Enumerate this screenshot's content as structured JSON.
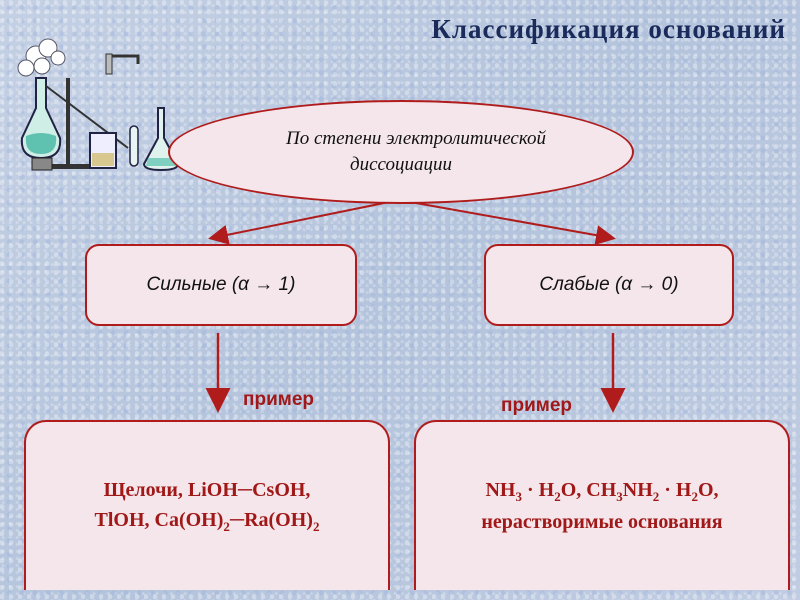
{
  "title": "Классификация  оснований",
  "root": {
    "line1": "По степени электролитической",
    "line2": "диссоциации"
  },
  "strong": {
    "label": "Сильные (α → 1)"
  },
  "weak": {
    "label": "Слабые (α → 0)"
  },
  "example_label_left": "пример",
  "example_label_right": "пример",
  "strong_examples": {
    "line1_a": "Щелочи, LiOH",
    "line1_dash": "─",
    "line1_b": "CsOH,",
    "line2_a": "TlOH, Ca(OH)",
    "line2_sub1": "2",
    "line2_dash": "─",
    "line2_b": "Ra(OH)",
    "line2_sub2": "2"
  },
  "weak_examples": {
    "nh": "NH",
    "nh_sub": "3",
    "dot1": " · H",
    "h_sub1": "2",
    "o1": "O, CH",
    "ch_sub": "3",
    "nh2": "NH",
    "nh2_sub": "2",
    "dot2": " · H",
    "h_sub2": "2",
    "o2": "O,",
    "line2": "нерастворимые основания"
  },
  "colors": {
    "border": "#b01c1c",
    "box_fill": "#f4e6ea",
    "title": "#1a2a5a",
    "example_text": "#a01818"
  },
  "icons": [
    "chemistry-lab-clipart-icon"
  ]
}
